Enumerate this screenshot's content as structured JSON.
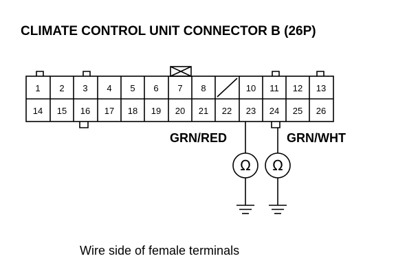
{
  "title": "CLIMATE CONTROL UNIT CONNECTOR B (26P)",
  "connector": {
    "top_row": [
      "1",
      "2",
      "3",
      "4",
      "5",
      "6",
      "7",
      "8",
      "",
      "10",
      "11",
      "12",
      "13"
    ],
    "bottom_row": [
      "14",
      "15",
      "16",
      "17",
      "18",
      "19",
      "20",
      "21",
      "22",
      "23",
      "24",
      "25",
      "26"
    ]
  },
  "probes": [
    {
      "wire_label": "GRN/RED",
      "meter_symbol": "Ω",
      "terminal": "23"
    },
    {
      "wire_label": "GRN/WHT",
      "meter_symbol": "Ω",
      "terminal": "24"
    }
  ],
  "caption": "Wire side of female terminals"
}
